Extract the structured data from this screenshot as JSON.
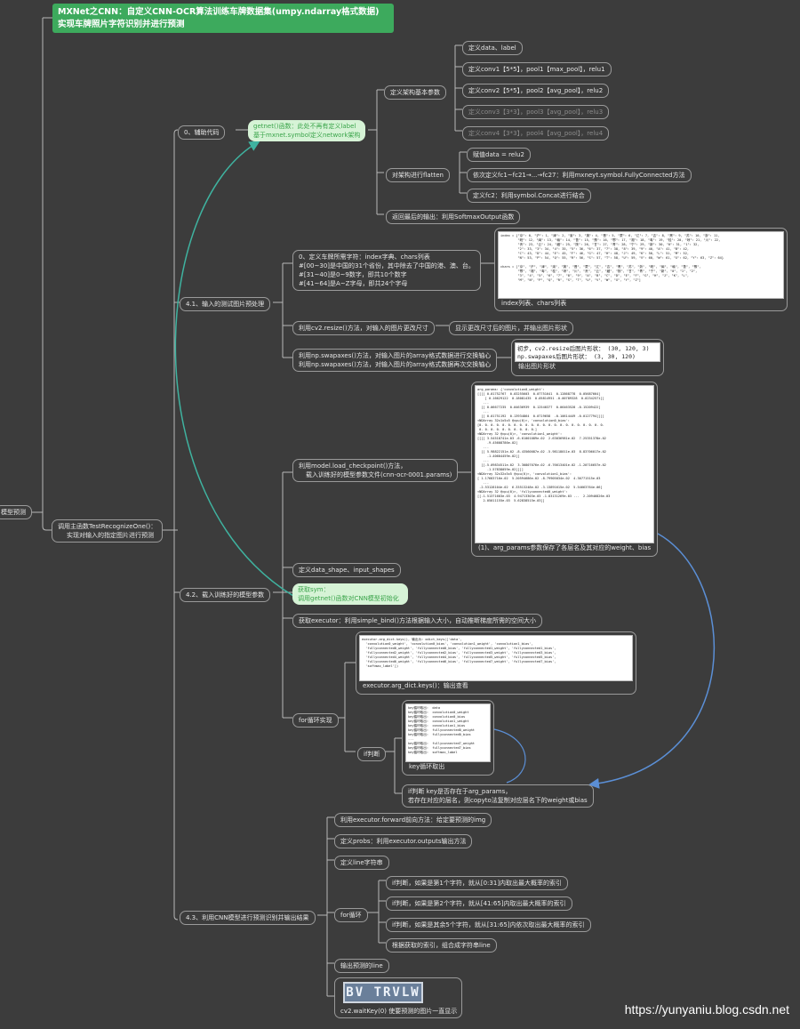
{
  "title": {
    "line1": "MXNet之CNN：自定义CNN-OCR算法训练车牌数据集(umpy.ndarray格式数据)",
    "line2": "实现车牌照片字符识别并进行预测"
  },
  "root": "模型预测",
  "branch_a": "0、辅助代码",
  "getnet_note": {
    "l1": "getnet()函数：此处不再有定义label",
    "l2": "基于mxnet.symbol定义network架构"
  },
  "define_arch": "定义架构基本参数",
  "arch_items": [
    "定义data、label",
    "定义conv1【5*5】，pool1【max_pool】，relu1",
    "定义conv2【5*5】，pool2【avg_pool】，relu2",
    "定义conv3【3*3】，pool3【avg_pool】，relu3",
    "定义conv4【3*3】，pool4【avg_pool】，relu4"
  ],
  "flatten": "对架构进行flatten",
  "flatten_items": [
    "赋值data = relu2",
    "依次定义fc1~fc21→...→fc27：利用mxneyt.symbol.FullyConnected方法",
    "定义fc2：利用symbol.Concat进行结合"
  ],
  "return_out": "返回最后的输出：利用SoftmaxOutput函数",
  "branch_b": {
    "l1": "调用主函数TestRecognizeOne()：",
    "l2": "实现对输入的指定图片进行预测"
  },
  "s41": "4.1、输入的测试图片预处理",
  "s41_items": {
    "define_idx": {
      "l1": "0、定义车牌所需字符：index字典、chars列表",
      "l2": "#[00~30]是中国的31个省份，其中除去了中国的港、澳、台。",
      "l3": "#[31~40]是0~9数字，即共10个数字",
      "l4": "#[41~64]是A~Z字母，即共24个字母"
    },
    "idx_caption": "index列表、chars列表",
    "resize": "利用cv2.resize()方法，对输入的图片更改尺寸",
    "resize_note": "显示更改尺寸后的图片，并输出图片形状",
    "swap1": "利用np.swapaxes()方法，对输入图片的array格式数据进行交换轴心",
    "swap2": "利用np.swapaxes()方法，对输入图片的array格式数据再次交换轴心",
    "shape_caption": "输出图片形状",
    "shape_line1": "初步，cv2.resize后图片形状： (30, 120, 3)",
    "shape_line2": "np.swapaxes后图片形状： (3, 30, 120)"
  },
  "s42": "4.2、载入训练好的模型参数",
  "s42_items": {
    "load_cp": {
      "l1": "利用model.load_checkpoint()方法，",
      "l2": "载入训练好的模型参数文件(cnn-ocr-0001.params)"
    },
    "arg_caption": "(1)、arg_params参数保存了各层名及其对应的weight、bias",
    "shapes": "定义data_shape、input_shapes",
    "getsym": {
      "l1": "获取sym：",
      "l2": "调用getnet()函数对CNN模型初始化"
    },
    "executor": "获取executor：利用simple_bind()方法根据输入大小，自动推断梯度所需的空间大小",
    "for_loop": "for循环实现",
    "keys_caption": "executor.arg_dict.keys()：输出查看",
    "if_label": "if判断",
    "key_caption": "key循环取出",
    "ifkey": {
      "l1": "if判断 key是否存在于arg_params，",
      "l2": "若存在对应的层名，则copyto法复制对应层名下的weight或bias"
    }
  },
  "s43": "4.3、利用CNN模型进行预测识别并输出结果",
  "s43_items": {
    "forward": "利用executor.forward前向方法：给定要预测的img",
    "probs": "定义probs：利用executor.outputs输出方法",
    "line": "定义line字符串",
    "for_label": "for循环",
    "for_items": [
      "if判断，如果是第1个字符，就从[0:31]内取出最大概率的索引",
      "if判断，如果是第2个字符，就从[41:65]内取出最大概率的索引",
      "if判断，如果是其余5个字符，就从[31:65]内依次取出最大概率的索引",
      "根据获取的索引，组合成字符串line"
    ],
    "output": "输出预测的line",
    "waitkey": "cv2.waitKey(0) 使要预测的图片一直显示"
  },
  "plate_text": "BV TRVLW",
  "watermark": "https://yunyaniu.blog.csdn.net",
  "code_index": [
    "index = {\"京\": 0, \"沪\": 1, \"津\": 2, \"渝\": 3, \"冀\": 4, \"晋\": 5, \"蒙\": 6, \"辽\": 7, \"吉\": 8, \"黑\": 9, \"苏\": 10, \"浙\": 11,",
    "         \"皖\": 12, \"闽\": 13, \"赣\": 14, \"鲁\": 15, \"豫\": 16, \"鄂\": 17, \"湘\": 18, \"粤\": 19, \"桂\": 20, \"琼\": 21, \"川\": 22,",
    "         \"贵\": 23, \"云\": 24, \"藏\": 25, \"陕\": 26, \"甘\": 27, \"青\": 28, \"宁\": 29, \"新\": 30, \"0\": 31, \"1\": 32,",
    "         \"2\": 33, \"3\": 34, \"4\": 35, \"5\": 36, \"6\": 37, \"7\": 38, \"8\": 39, \"9\": 40, \"A\": 41, \"B\": 42,",
    "         \"C\": 43, \"D\": 44, \"E\": 45, \"F\": 46, \"G\": 47, \"H\": 48, \"J\": 49, \"K\": 50, \"L\": 51, \"M\": 52,",
    "         \"N\": 53, \"P\": 54, \"Q\": 55, \"R\": 56, \"S\": 57, \"T\": 58, \"U\": 59, \"V\": 60, \"W\": 61, \"X\": 62, \"Y\": 63, \"Z\": 64}",
    "",
    "chars = [\"京\", \"沪\", \"津\", \"渝\", \"冀\", \"晋\", \"蒙\", \"辽\", \"吉\", \"黑\", \"苏\", \"浙\", \"皖\", \"闽\", \"赣\", \"鲁\", \"豫\",",
    "         \"鄂\", \"湘\", \"粤\", \"桂\", \"琼\", \"川\", \"贵\", \"云\", \"藏\", \"陕\", \"甘\", \"青\", \"宁\", \"新\", \"0\", \"1\", \"2\",",
    "         \"3\", \"4\", \"5\", \"6\", \"7\", \"8\", \"9\", \"A\", \"B\", \"C\", \"D\", \"E\", \"F\", \"G\", \"H\", \"J\", \"K\", \"L\",",
    "         \"M\", \"N\", \"P\", \"Q\", \"R\", \"S\", \"T\", \"U\", \"V\", \"W\", \"X\", \"Y\", \"Z\"]"
  ],
  "code_params": [
    "arg_params: {'convolution0_weight':",
    "[[[[ 0.01752767  0.03255603  0.07751641  0.12868778  0.05687664]",
    "    [ 0.16629122  0.18081435  0.05814951 -0.00789328  0.02342571]]",
    "   ...",
    "  [[ 0.06677235  0.04636939  0.12540377  0.06463528 -0.15209422]",
    "   ...",
    "  [[ 0.01751192  0.13934864  0.0719658  -0.10614449 -0.0127794]]]]",
    "<NDArray 32x1x5x5 @cpu(0)>, 'convolution0_bias':",
    "[0. 0. 0. 0. 0. 0. 0. 0. 0. 0. 0. 0. 0. 0. 0. 0. 0. 0. 0. 0. 0. 0.",
    " 0. 0. 0. 0. 0. 0. 0. 0. 0. 0.]",
    "<NDArray 32 @cpu(0)>, 'convolution1_weight':",
    "[[[[ 3.54518741e-03 -6.61001089e-02  2.63036981e-02  7.25351378e-02",
    "     -9.45608786e-02]",
    "   ...",
    "  [[ 5.98822151e-02 -8.43560087e-02 -5.98118011e-03  8.83706017e-02",
    "     -1.40604459e-02]]",
    "   ...",
    "  [[-5.09834511e-02  3.30807076e-02 -6.76613401e-02 -1.20716657e-02",
    "     -1.57838059e-02]]]]",
    "<NDArray 32x32x5x5 @cpu(0)>, 'convolution1_bias':",
    "[ 1.17683716e-02  5.20594686e-02 -8.79905034e-02  4.30771515e-03",
    "   ...",
    " -2.53128104e-02  6.33513248e-02 -3.13891615e-02  5.54663764e-06]",
    "<NDArray 32 @cpu(0)>, 'fullyconnected0_weight':",
    "[[-1.51371603e-03  4.94713303e-03 -1.83131269e-03 ...  2.20946826e-03",
    "   2.05011155e-03  5.62838515e-03]]"
  ],
  "code_keys": [
    "executor.arg_dict.keys(), 输出为: odict_keys(['data',",
    "  'convolution0_weight', 'convolution0_bias', 'convolution1_weight', 'convolution1_bias',",
    "  'fullyconnected0_weight', 'fullyconnected0_bias', 'fullyconnected1_weight', 'fullyconnected1_bias',",
    "  'fullyconnected2_weight', 'fullyconnected2_bias', 'fullyconnected3_weight', 'fullyconnected3_bias',",
    "  'fullyconnected4_weight', 'fullyconnected4_bias', 'fullyconnected5_weight', 'fullyconnected5_bias',",
    "  'fullyconnected6_weight', 'fullyconnected6_bias', 'fullyconnected7_weight', 'fullyconnected7_bias',",
    "  'softmax_label'])"
  ],
  "code_key": [
    "key循环取出:  data",
    "key循环取出:  convolution0_weight",
    "key循环取出:  convolution0_bias",
    "key循环取出:  convolution1_weight",
    "key循环取出:  convolution1_bias",
    "key循环取出:  fullyconnected0_weight",
    "key循环取出:  fullyconnected0_bias",
    "...",
    "key循环取出:  fullyconnected7_weight",
    "key循环取出:  fullyconnected7_bias",
    "key循环取出:  softmax_label"
  ],
  "colors": {
    "background": "#3c3c3c",
    "title_bg": "#3daa5d",
    "note_bg": "#d6f3d6",
    "note_text": "#3aa44a",
    "teal_arrow": "#3fb3a0",
    "blue_arrow": "#5b8fd6",
    "line": "#b8b8b8"
  }
}
